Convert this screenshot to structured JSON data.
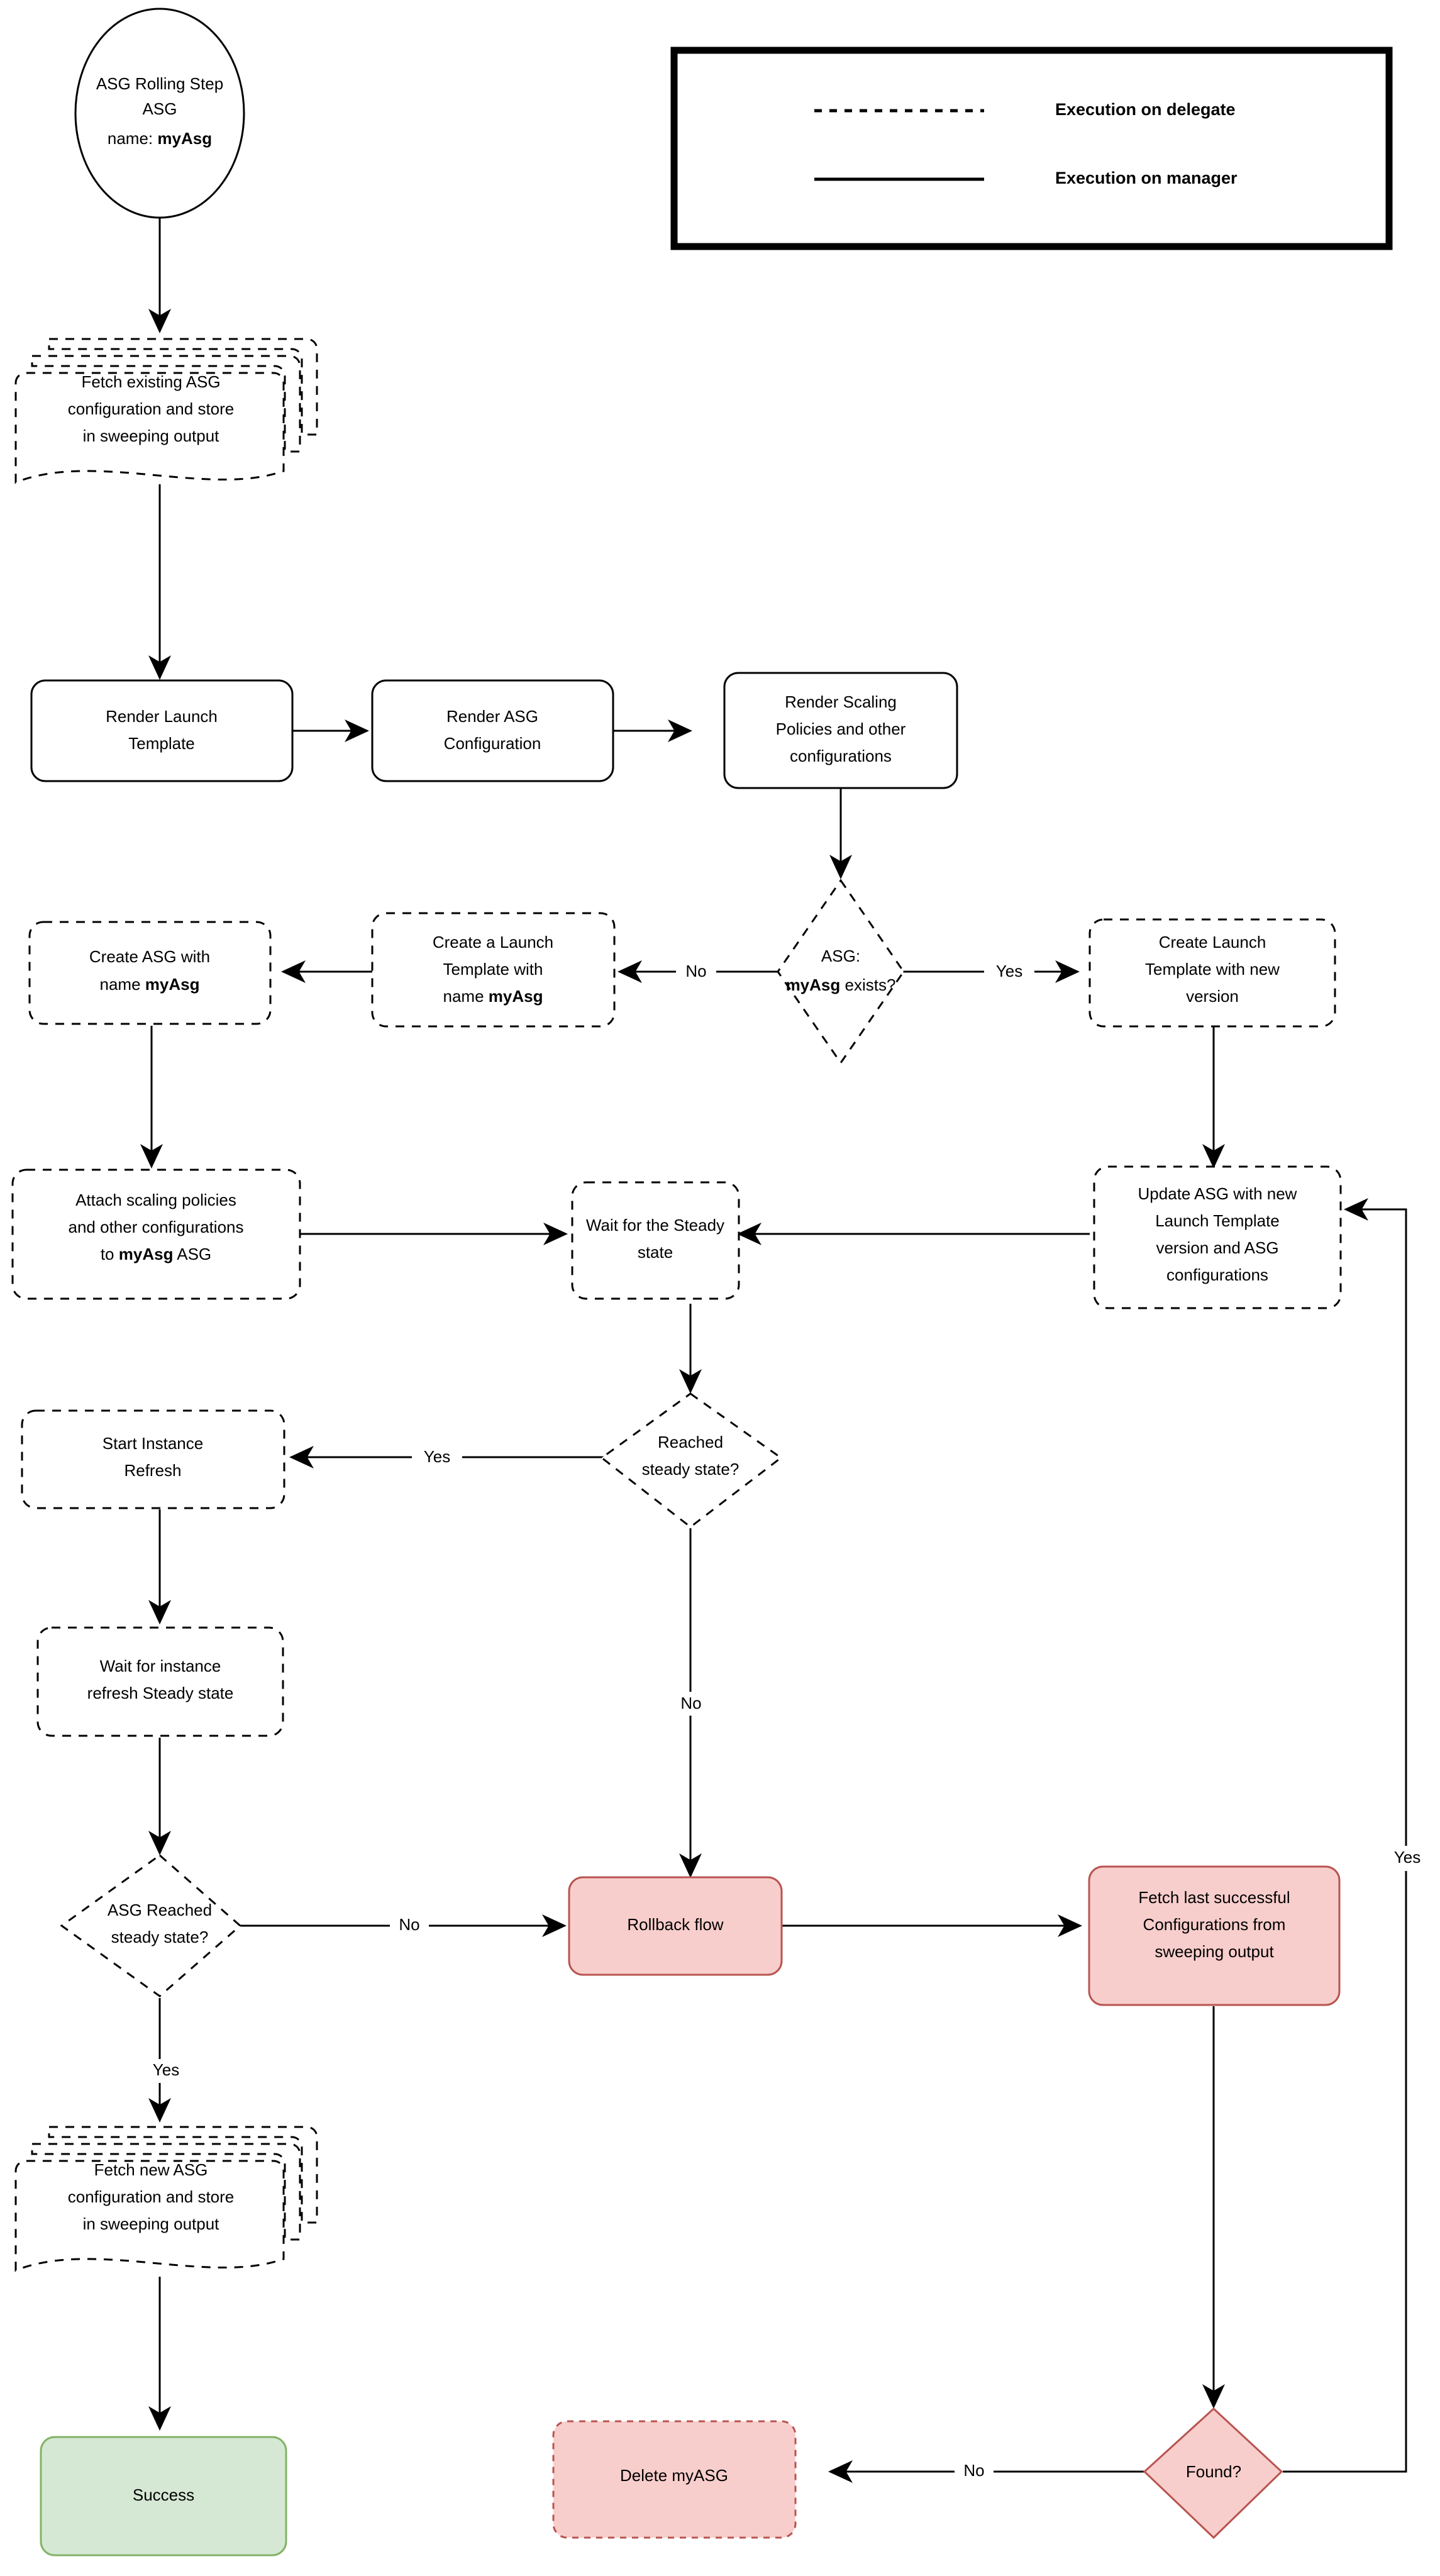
{
  "diagram": {
    "title": "ASG Rolling Step flowchart",
    "colors": {
      "red_fill": "#F8CECC",
      "red_stroke": "#B85450",
      "green_fill": "#D5E8D4",
      "green_stroke": "#82B366",
      "line": "#000000",
      "shape_fill": "#FFFFFF"
    }
  },
  "legend": {
    "items": [
      {
        "style": "dashed",
        "label": "Execution on delegate"
      },
      {
        "style": "solid",
        "label": "Execution on manager"
      }
    ]
  },
  "nodes": {
    "start": {
      "lines": [
        "ASG Rolling Step",
        "ASG"
      ],
      "name_prefix": "name: ",
      "name_value": "myAsg"
    },
    "fetch_existing": {
      "lines": [
        "Fetch existing ASG",
        "configuration and store",
        "in sweeping output"
      ]
    },
    "render_launch_template": {
      "lines": [
        "Render Launch",
        "Template"
      ]
    },
    "render_asg_config": {
      "lines": [
        "Render ASG",
        "Configuration"
      ]
    },
    "render_scaling": {
      "lines": [
        "Render Scaling",
        "Policies and other",
        "configurations"
      ]
    },
    "asg_exists_decision": {
      "line1": "ASG:",
      "line2_bold": "myAsg",
      "line2_rest": " exists?"
    },
    "create_launch_template_name": {
      "line1": "Create a Launch",
      "line2": "Template with",
      "line3_pre": "name ",
      "line3_bold": "myAsg"
    },
    "create_asg_with_name": {
      "line1": "Create ASG with",
      "line2_pre": "name ",
      "line2_bold": "myAsg"
    },
    "create_launch_template_new_version": {
      "lines": [
        "Create Launch",
        "Template with new",
        "version"
      ]
    },
    "attach_scaling_policies": {
      "line1": "Attach scaling policies",
      "line2": "and other configurations",
      "line3_pre": "to ",
      "line3_bold": "myAsg",
      "line3_post": " ASG"
    },
    "wait_steady_state": {
      "lines": [
        "Wait for the Steady",
        "state"
      ]
    },
    "update_asg": {
      "lines": [
        "Update ASG with new",
        "Launch Template",
        "version and ASG",
        "configurations"
      ]
    },
    "reached_steady_decision": {
      "lines": [
        "Reached",
        "steady state?"
      ]
    },
    "start_instance_refresh": {
      "lines": [
        "Start Instance",
        "Refresh"
      ]
    },
    "wait_instance_refresh": {
      "lines": [
        "Wait for instance",
        "refresh Steady state"
      ]
    },
    "asg_reached_steady_decision": {
      "lines": [
        "ASG Reached",
        "steady state?"
      ]
    },
    "rollback_flow": {
      "lines": [
        "Rollback flow"
      ]
    },
    "fetch_last_successful": {
      "lines": [
        "Fetch last successful",
        "Configurations from",
        "sweeping output"
      ]
    },
    "fetch_new_asg": {
      "lines": [
        "Fetch new ASG",
        "configuration and store",
        "in sweeping output"
      ]
    },
    "success": {
      "lines": [
        "Success"
      ]
    },
    "delete_myasg": {
      "lines": [
        "Delete myASG"
      ]
    },
    "found_decision": {
      "lines": [
        "Found?"
      ]
    }
  },
  "edge_labels": {
    "exists_no": "No",
    "exists_yes": "Yes",
    "reached_yes": "Yes",
    "reached_no": "No",
    "asg_reached_no": "No",
    "asg_reached_yes": "Yes",
    "found_no": "No",
    "found_yes": "Yes"
  }
}
